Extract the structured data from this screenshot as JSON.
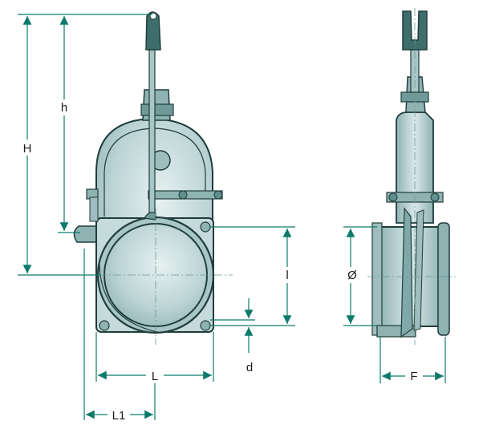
{
  "labels": {
    "H": "H",
    "h": "h",
    "L": "L",
    "L1": "L1",
    "l": "l",
    "d": "d",
    "dia": "Ø",
    "F": "F"
  },
  "colors": {
    "dimension": "#0d7a6a",
    "outline": "#1f3d3a",
    "body_fill": "#b9d3d4",
    "body_light": "#dfecec",
    "body_dark": "#7fa8aa",
    "handle": "#3e6e6c"
  }
}
